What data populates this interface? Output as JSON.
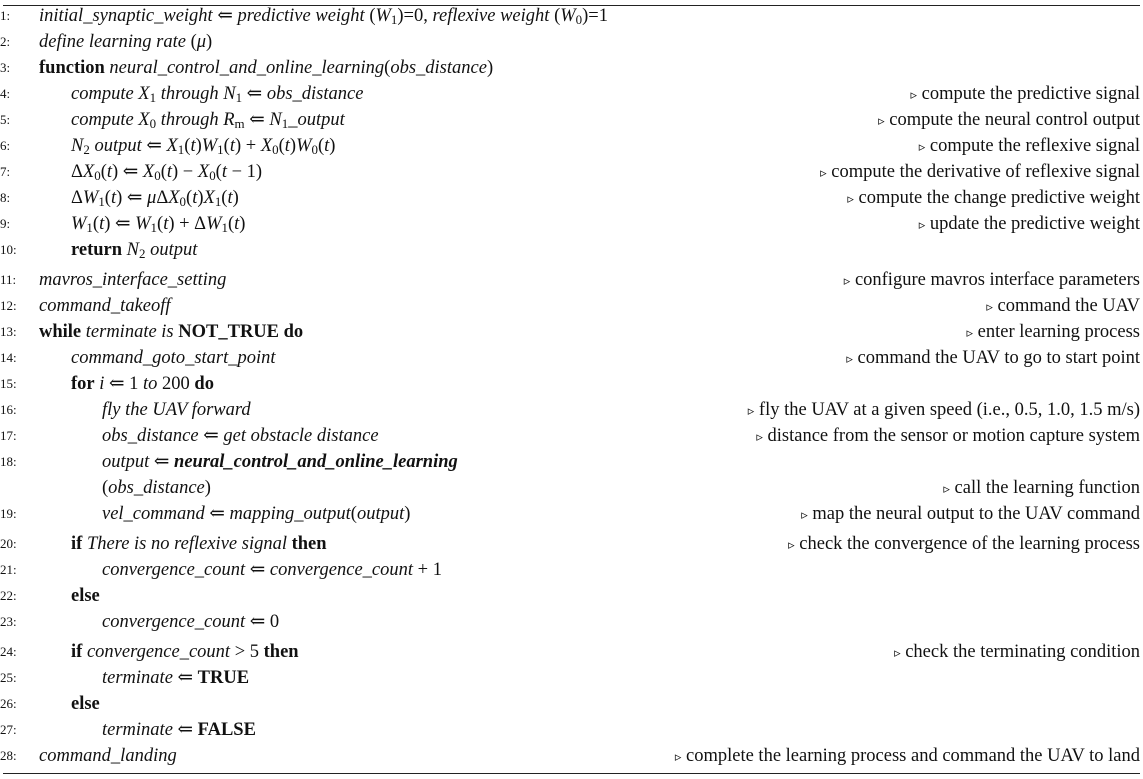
{
  "comment_marker": "▹",
  "lines": [
    {
      "num": "1:",
      "indent": 0,
      "parts": [
        [
          "i",
          "initial_synaptic_weight"
        ],
        [
          "n",
          " ⇐ "
        ],
        [
          "i",
          "predictive weight"
        ],
        [
          "n",
          " ("
        ],
        [
          "i",
          "W"
        ],
        [
          "sub",
          "1"
        ],
        [
          "n",
          ")=0, "
        ],
        [
          "i",
          "reflexive weight"
        ],
        [
          "n",
          " ("
        ],
        [
          "i",
          "W"
        ],
        [
          "sub",
          "0"
        ],
        [
          "n",
          ")=1"
        ]
      ],
      "comment": ""
    },
    {
      "num": "2:",
      "indent": 0,
      "parts": [
        [
          "i",
          "define learning rate"
        ],
        [
          "n",
          " ("
        ],
        [
          "i",
          "μ"
        ],
        [
          "n",
          ")"
        ]
      ],
      "comment": ""
    },
    {
      "num": "3:",
      "indent": 0,
      "parts": [
        [
          "b",
          "function"
        ],
        [
          "n",
          " "
        ],
        [
          "i",
          "neural_control_and_online_learning"
        ],
        [
          "n",
          "("
        ],
        [
          "i",
          "obs_distance"
        ],
        [
          "n",
          ")"
        ]
      ],
      "comment": ""
    },
    {
      "num": "4:",
      "indent": 1,
      "parts": [
        [
          "i",
          "compute X"
        ],
        [
          "sub",
          "1"
        ],
        [
          "i",
          " through N"
        ],
        [
          "sub",
          "1"
        ],
        [
          "n",
          " ⇐ "
        ],
        [
          "i",
          "obs_distance"
        ]
      ],
      "comment": "compute the predictive signal"
    },
    {
      "num": "5:",
      "indent": 1,
      "parts": [
        [
          "i",
          "compute X"
        ],
        [
          "sub",
          "0"
        ],
        [
          "i",
          " through R"
        ],
        [
          "sub",
          "m"
        ],
        [
          "n",
          " ⇐ "
        ],
        [
          "i",
          "N"
        ],
        [
          "sub",
          "1"
        ],
        [
          "i",
          "_output"
        ]
      ],
      "comment": "compute the neural control output"
    },
    {
      "num": "6:",
      "indent": 1,
      "parts": [
        [
          "i",
          "N"
        ],
        [
          "sub",
          "2"
        ],
        [
          "i",
          " output"
        ],
        [
          "n",
          " ⇐ "
        ],
        [
          "i",
          "X"
        ],
        [
          "sub",
          "1"
        ],
        [
          "n",
          "("
        ],
        [
          "i",
          "t"
        ],
        [
          "n",
          ")"
        ],
        [
          "i",
          "W"
        ],
        [
          "sub",
          "1"
        ],
        [
          "n",
          "("
        ],
        [
          "i",
          "t"
        ],
        [
          "n",
          ") + "
        ],
        [
          "i",
          "X"
        ],
        [
          "sub",
          "0"
        ],
        [
          "n",
          "("
        ],
        [
          "i",
          "t"
        ],
        [
          "n",
          ")"
        ],
        [
          "i",
          "W"
        ],
        [
          "sub",
          "0"
        ],
        [
          "n",
          "("
        ],
        [
          "i",
          "t"
        ],
        [
          "n",
          ")"
        ]
      ],
      "comment": "compute the reflexive signal"
    },
    {
      "num": "7:",
      "indent": 1,
      "parts": [
        [
          "n",
          "Δ"
        ],
        [
          "i",
          "X"
        ],
        [
          "sub",
          "0"
        ],
        [
          "n",
          "("
        ],
        [
          "i",
          "t"
        ],
        [
          "n",
          ") ⇐ "
        ],
        [
          "i",
          "X"
        ],
        [
          "sub",
          "0"
        ],
        [
          "n",
          "("
        ],
        [
          "i",
          "t"
        ],
        [
          "n",
          ") − "
        ],
        [
          "i",
          "X"
        ],
        [
          "sub",
          "0"
        ],
        [
          "n",
          "("
        ],
        [
          "i",
          "t"
        ],
        [
          "n",
          " − 1)"
        ]
      ],
      "comment": "compute the derivative of reflexive signal"
    },
    {
      "num": "8:",
      "indent": 1,
      "parts": [
        [
          "n",
          "Δ"
        ],
        [
          "i",
          "W"
        ],
        [
          "sub",
          "1"
        ],
        [
          "n",
          "("
        ],
        [
          "i",
          "t"
        ],
        [
          "n",
          ") ⇐ "
        ],
        [
          "i",
          "μ"
        ],
        [
          "n",
          "Δ"
        ],
        [
          "i",
          "X"
        ],
        [
          "sub",
          "0"
        ],
        [
          "n",
          "("
        ],
        [
          "i",
          "t"
        ],
        [
          "n",
          ")"
        ],
        [
          "i",
          "X"
        ],
        [
          "sub",
          "1"
        ],
        [
          "n",
          "("
        ],
        [
          "i",
          "t"
        ],
        [
          "n",
          ")"
        ]
      ],
      "comment": "compute the change predictive weight"
    },
    {
      "num": "9:",
      "indent": 1,
      "parts": [
        [
          "i",
          "W"
        ],
        [
          "sub",
          "1"
        ],
        [
          "n",
          "("
        ],
        [
          "i",
          "t"
        ],
        [
          "n",
          ") ⇐ "
        ],
        [
          "i",
          "W"
        ],
        [
          "sub",
          "1"
        ],
        [
          "n",
          "("
        ],
        [
          "i",
          "t"
        ],
        [
          "n",
          ") + Δ"
        ],
        [
          "i",
          "W"
        ],
        [
          "sub",
          "1"
        ],
        [
          "n",
          "("
        ],
        [
          "i",
          "t"
        ],
        [
          "n",
          ")"
        ]
      ],
      "comment": "update the predictive weight"
    },
    {
      "num": "10:",
      "indent": 1,
      "parts": [
        [
          "b",
          "return"
        ],
        [
          "n",
          " "
        ],
        [
          "i",
          "N"
        ],
        [
          "sub",
          "2"
        ],
        [
          "i",
          " output"
        ]
      ],
      "comment": ""
    },
    {
      "num": "11:",
      "indent": 0,
      "parts": [
        [
          "i",
          "mavros_interface_setting"
        ]
      ],
      "comment": "configure mavros interface parameters"
    },
    {
      "num": "12:",
      "indent": 0,
      "parts": [
        [
          "i",
          "command_takeoff"
        ]
      ],
      "comment": "command the UAV"
    },
    {
      "num": "13:",
      "indent": 0,
      "parts": [
        [
          "b",
          "while"
        ],
        [
          "n",
          " "
        ],
        [
          "i",
          "terminate"
        ],
        [
          "i",
          " is "
        ],
        [
          "b",
          "NOT_TRUE do"
        ]
      ],
      "comment": "enter learning process"
    },
    {
      "num": "14:",
      "indent": 1,
      "parts": [
        [
          "i",
          "command_goto_start_point"
        ]
      ],
      "comment": "command the UAV to go to start point"
    },
    {
      "num": "15:",
      "indent": 1,
      "parts": [
        [
          "b",
          "for"
        ],
        [
          "n",
          " "
        ],
        [
          "i",
          "i"
        ],
        [
          "n",
          " ⇐ 1 "
        ],
        [
          "i",
          "to"
        ],
        [
          "n",
          " 200 "
        ],
        [
          "b",
          "do"
        ]
      ],
      "comment": ""
    },
    {
      "num": "16:",
      "indent": 2,
      "parts": [
        [
          "i",
          "fly the UAV forward"
        ]
      ],
      "comment": "fly the UAV at a given speed (i.e., 0.5, 1.0, 1.5 m/s)"
    },
    {
      "num": "17:",
      "indent": 2,
      "parts": [
        [
          "i",
          "obs_distance"
        ],
        [
          "n",
          " ⇐ "
        ],
        [
          "i",
          "get obstacle distance"
        ]
      ],
      "comment": "distance from the sensor or motion capture system"
    },
    {
      "num": "18:",
      "indent": 2,
      "parts": [
        [
          "i",
          "output"
        ],
        [
          "n",
          " ⇐ "
        ],
        [
          "bi",
          "neural_control_and_online_learning"
        ]
      ],
      "comment": ""
    },
    {
      "num": "",
      "indent": 2,
      "parts": [
        [
          "n",
          "("
        ],
        [
          "i",
          "obs_distance"
        ],
        [
          "n",
          ")"
        ]
      ],
      "comment": "call the learning function"
    },
    {
      "num": "19:",
      "indent": 2,
      "parts": [
        [
          "i",
          "vel_command"
        ],
        [
          "n",
          " ⇐ "
        ],
        [
          "i",
          "mapping_output"
        ],
        [
          "n",
          "("
        ],
        [
          "i",
          "output"
        ],
        [
          "n",
          ")"
        ]
      ],
      "comment": "map the neural output to the UAV command"
    },
    {
      "num": "20:",
      "indent": 1,
      "parts": [
        [
          "b",
          "if"
        ],
        [
          "n",
          " "
        ],
        [
          "i",
          "There is no reflexive signal"
        ],
        [
          "n",
          " "
        ],
        [
          "b",
          "then"
        ]
      ],
      "comment": "check the convergence of the learning process"
    },
    {
      "num": "21:",
      "indent": 2,
      "parts": [
        [
          "i",
          "convergence_count"
        ],
        [
          "n",
          " ⇐ "
        ],
        [
          "i",
          "convergence_count"
        ],
        [
          "n",
          " + 1"
        ]
      ],
      "comment": ""
    },
    {
      "num": "22:",
      "indent": 1,
      "parts": [
        [
          "b",
          "else"
        ]
      ],
      "comment": ""
    },
    {
      "num": "23:",
      "indent": 2,
      "parts": [
        [
          "i",
          "convergence_count"
        ],
        [
          "n",
          " ⇐ 0"
        ]
      ],
      "comment": ""
    },
    {
      "num": "24:",
      "indent": 1,
      "parts": [
        [
          "b",
          "if"
        ],
        [
          "n",
          " "
        ],
        [
          "i",
          "convergence_count"
        ],
        [
          "n",
          " > 5 "
        ],
        [
          "b",
          "then"
        ]
      ],
      "comment": "check the terminating condition"
    },
    {
      "num": "25:",
      "indent": 2,
      "parts": [
        [
          "i",
          "terminate"
        ],
        [
          "n",
          " ⇐ "
        ],
        [
          "b",
          "TRUE"
        ]
      ],
      "comment": ""
    },
    {
      "num": "26:",
      "indent": 1,
      "parts": [
        [
          "b",
          "else"
        ]
      ],
      "comment": ""
    },
    {
      "num": "27:",
      "indent": 2,
      "parts": [
        [
          "i",
          "terminate"
        ],
        [
          "n",
          " ⇐ "
        ],
        [
          "b",
          "FALSE"
        ]
      ],
      "comment": ""
    },
    {
      "num": "28:",
      "indent": 0,
      "parts": [
        [
          "i",
          "command_landing"
        ]
      ],
      "comment": "complete the learning process and command the UAV to land"
    }
  ]
}
